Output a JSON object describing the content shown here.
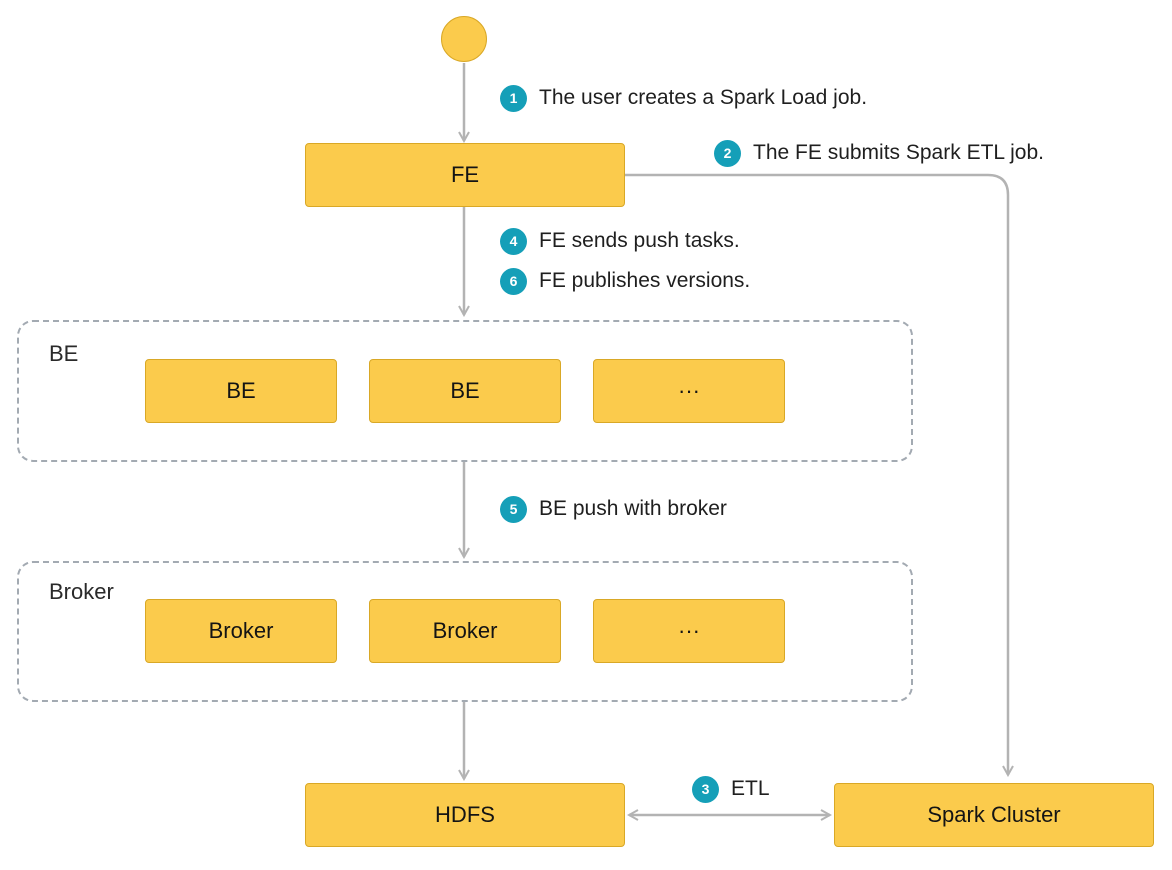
{
  "nodes": {
    "fe": "FE",
    "be_nodes": [
      "BE",
      "BE",
      "···"
    ],
    "broker_nodes": [
      "Broker",
      "Broker",
      "···"
    ],
    "hdfs": "HDFS",
    "spark_cluster": "Spark Cluster"
  },
  "groups": {
    "be": "BE",
    "broker": "Broker"
  },
  "steps": [
    {
      "num": "1",
      "text": "The user creates a Spark Load job."
    },
    {
      "num": "2",
      "text": "The FE submits Spark ETL job."
    },
    {
      "num": "3",
      "text": "ETL"
    },
    {
      "num": "4",
      "text": "FE sends push tasks."
    },
    {
      "num": "5",
      "text": "BE push with broker"
    },
    {
      "num": "6",
      "text": "FE publishes versions."
    }
  ],
  "colors": {
    "node_fill": "#fbcb4c",
    "node_border": "#d9a826",
    "badge": "#159fb8",
    "connector": "#b3b3b3",
    "group_border": "#a3aab2"
  }
}
